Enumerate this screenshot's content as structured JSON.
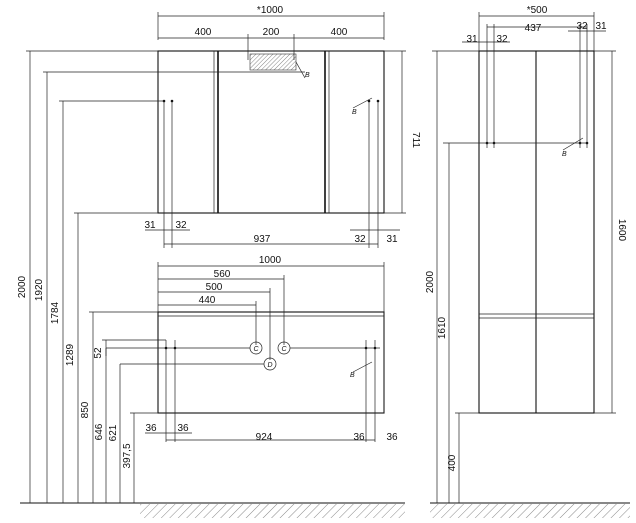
{
  "front_view": {
    "mirror_width": "1000",
    "mirror_sections": [
      "400",
      "200",
      "400"
    ],
    "mirror_height": "711",
    "mirror_offsets_left": [
      "31",
      "32"
    ],
    "mirror_offsets_right": [
      "32",
      "31"
    ],
    "mirror_inner_width": "937",
    "vanity_width": "1000",
    "pipe_offsets": [
      "560",
      "500",
      "440"
    ],
    "vanity_offsets_left": [
      "36",
      "36"
    ],
    "vanity_offsets_right": [
      "36",
      "36"
    ],
    "vanity_inner_width": "924",
    "heights": [
      "2000",
      "1920",
      "1784",
      "1289",
      "850",
      "646",
      "621",
      "397,5",
      "52"
    ],
    "markers": {
      "light": "B",
      "cold": "C",
      "hot": "C",
      "drain": "D",
      "socket": "B"
    }
  },
  "side_view": {
    "depth": "500",
    "inner_depth": "437",
    "offsets_left": [
      "31",
      "32"
    ],
    "offsets_right": [
      "32",
      "31"
    ],
    "total_height": "2000",
    "cabinet_height": "1600",
    "mid_height": "1610",
    "floor_clearance": "400",
    "marker": "B"
  }
}
